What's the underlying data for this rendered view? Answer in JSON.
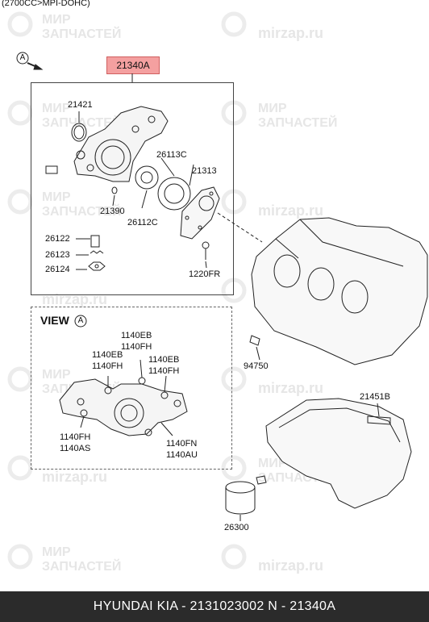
{
  "header": "(2700CC>MPI-DOHC)",
  "watermark": {
    "line1": "МИР",
    "line2": "ЗАПЧАСТЕЙ",
    "site": "mirzap.ru"
  },
  "callout_A": "A",
  "highlight_part": "21340A",
  "view_label": "VIEW",
  "labels": {
    "p21421": "21421",
    "p26113C": "26113C",
    "p21313": "21313",
    "p21390": "21390",
    "p26112C": "26112C",
    "p26122": "26122",
    "p26123": "26123",
    "p26124": "26124",
    "p1220FR": "1220FR",
    "p94750": "94750",
    "p21451B": "21451B",
    "p26300": "26300",
    "v1140EB_a": "1140EB",
    "v1140FH_a": "1140FH",
    "v1140EB_b": "1140EB",
    "v1140FH_b": "1140FH",
    "v1140EB_c": "1140EB",
    "v1140FH_c": "1140FH",
    "v1140FH_d": "1140FH",
    "v1140AS": "1140AS",
    "v1140FN": "1140FN",
    "v1140AU": "1140AU"
  },
  "footer": "HYUNDAI  KIA - 2131023002     N - 21340A",
  "colors": {
    "highlight": "#f4a0a0",
    "footer_bg": "#2b2b2b",
    "watermark": "#e6e6e6"
  }
}
